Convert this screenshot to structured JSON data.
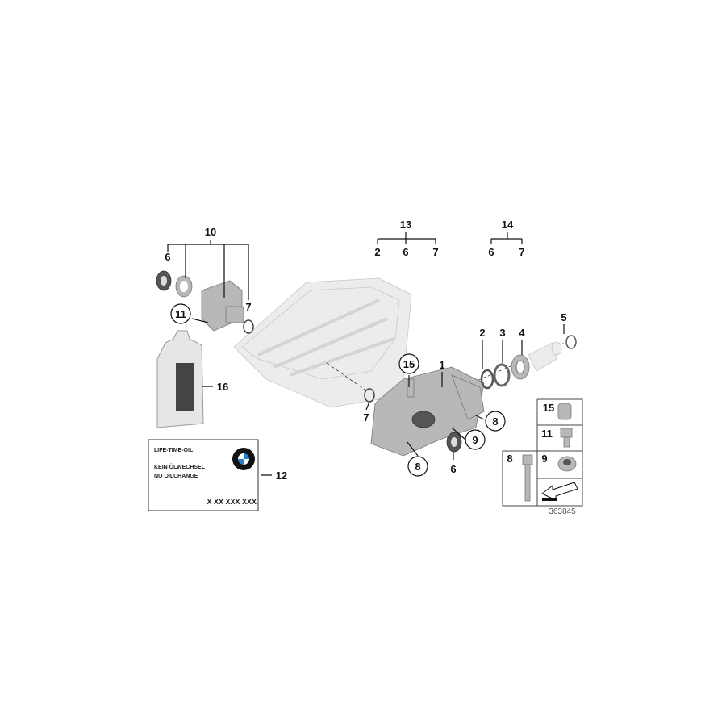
{
  "callouts": {
    "n10": "10",
    "n6a": "6",
    "n11": "11",
    "n7a": "7",
    "n16": "16",
    "n12": "12",
    "n13": "13",
    "n13_2": "2",
    "n13_6": "6",
    "n13_7": "7",
    "n14": "14",
    "n14_6": "6",
    "n14_7": "7",
    "n5": "5",
    "n2": "2",
    "n3": "3",
    "n4": "4",
    "n1": "1",
    "n15": "15",
    "n7b": "7",
    "n8a": "8",
    "n9": "9",
    "n6b": "6",
    "n8b": "8"
  },
  "label_box": {
    "line1": "LIFE-TIME-OIL",
    "line2": "KEIN ÖLWECHSEL",
    "line3": "NO OILCHANGE",
    "part_no": "X XX XXX XXX",
    "logo_text": "BMW"
  },
  "detail_box": {
    "n15": "15",
    "n11": "11",
    "n9": "9",
    "n8": "8"
  },
  "diagram_code": "363845",
  "colors": {
    "bmw_blue": "#2a7fc8",
    "part_grey": "#b8b8b8",
    "housing_light": "#ececec"
  }
}
